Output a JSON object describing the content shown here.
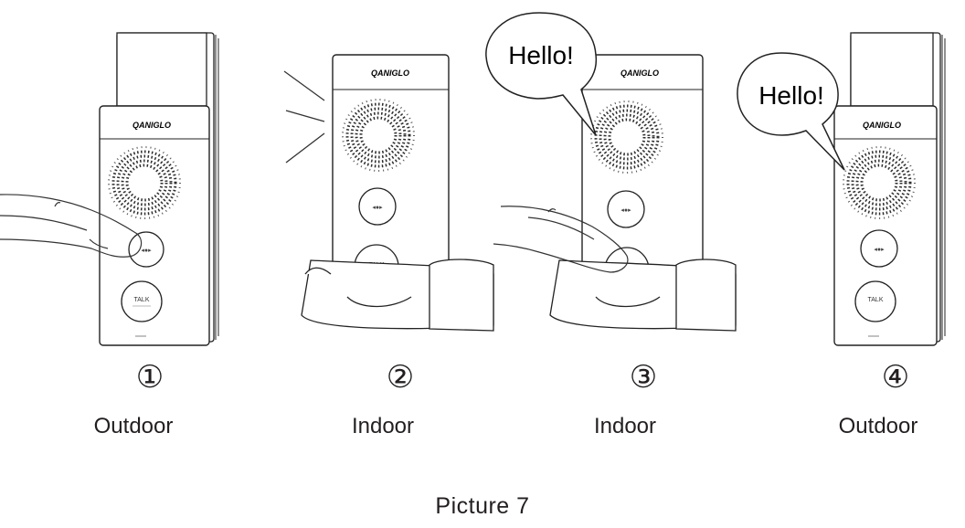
{
  "brand": "QANIGLO",
  "speech": "Hello!",
  "talk_label": "TALK",
  "steps": [
    {
      "number": "①",
      "place": "Outdoor"
    },
    {
      "number": "②",
      "place": "Indoor"
    },
    {
      "number": "③",
      "place": "Indoor"
    },
    {
      "number": "④",
      "place": "Outdoor"
    }
  ],
  "caption": "Picture 7"
}
